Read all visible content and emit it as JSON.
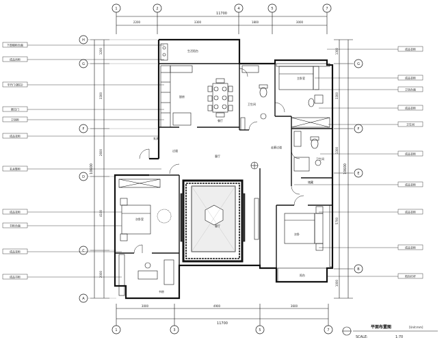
{
  "plan": {
    "title": "平面布置图",
    "scale_label": "SCALE:",
    "scale_value": "1:70",
    "note": "[Unit:mm]"
  },
  "axes": {
    "top": [
      "1",
      "2",
      "4",
      "5",
      "7"
    ],
    "bottom": [
      "1",
      "3",
      "5",
      "7"
    ],
    "left": [
      "H",
      "G",
      "F",
      "D",
      "C",
      "A"
    ],
    "right": [
      "G",
      "F",
      "E",
      "B"
    ]
  },
  "dims": {
    "top_total": "11700",
    "top_segments": [
      "2200",
      "3300",
      "1800",
      "3000"
    ],
    "bottom_total": "11700",
    "bottom_segments": [
      "3000",
      "4900",
      "3600"
    ],
    "left_total": "10600",
    "left_segments": [
      "1200",
      "3300",
      "2600",
      "4100",
      "2000"
    ],
    "right_total": "10600",
    "right_segments": [
      "1300",
      "3300",
      "1300",
      "5700",
      "1000"
    ]
  },
  "rooms": {
    "balcony_top": "生活阳台",
    "kitchen": "厨房",
    "dining": "餐厅",
    "bath1": "卫生间",
    "master_bed": "主卧室",
    "bath2": "卫生间",
    "hallway": "过道",
    "entrance": "玄关",
    "living": "客厅",
    "corridor": "走廊过道",
    "guest_bed": "次卧室",
    "study": "书房",
    "bedroom2": "次卧",
    "balcony_bottom": "阳台",
    "storage": "储藏"
  },
  "left_callouts": [
    "下部橱柜台面",
    "成品吊柜",
    "平开门(推拉)",
    "推拉门",
    "卫浴柜",
    "成品衣柜",
    "玄关鞋柜",
    "成品衣柜",
    "书柜台面",
    "成品衣柜",
    "成品书柜"
  ],
  "right_callouts": [
    "成品衣柜",
    "成品衣柜",
    "卫浴台面",
    "成品衣柜",
    "卫生间",
    "成品衣柜",
    "成品衣柜",
    "成品衣柜",
    "成品衣柜",
    "阳台栏杆"
  ]
}
